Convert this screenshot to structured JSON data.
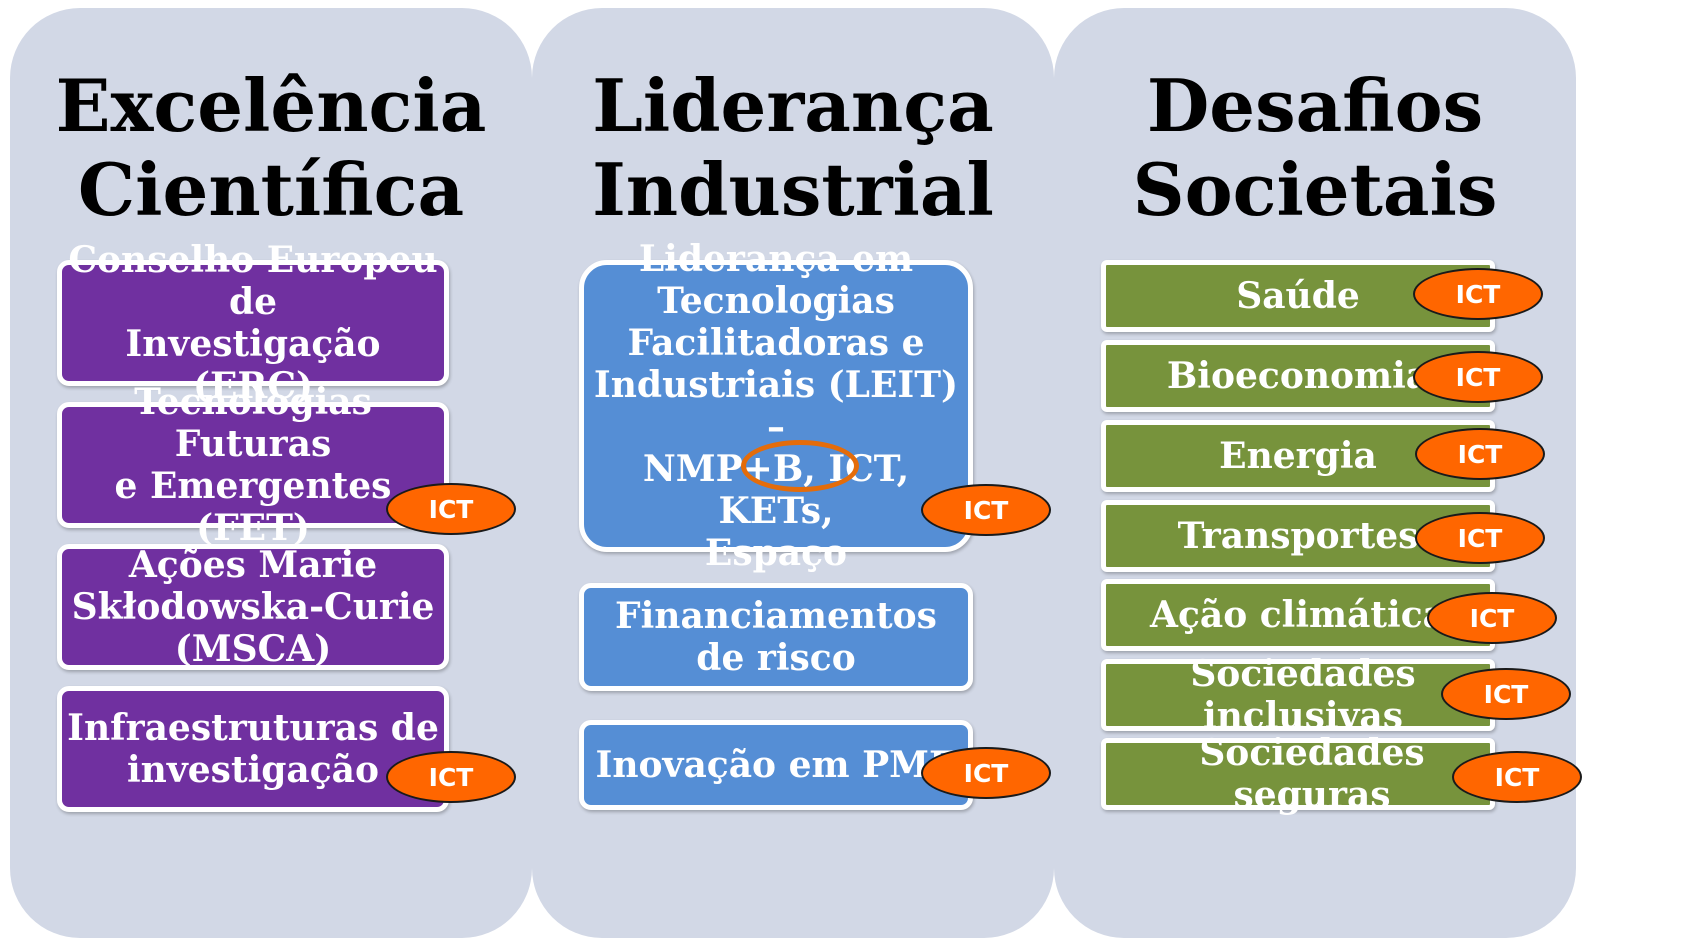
{
  "badge_label": "ICT",
  "colors": {
    "panel": "#d2d8e6",
    "purple": "#7030a0",
    "blue": "#558ed5",
    "green": "#77933c",
    "badge": "#ff6600"
  },
  "columns": [
    {
      "title": "Excelência\nCientífica",
      "items": [
        {
          "label": "Conselho Europeu de\nInvestigação (ERC)",
          "ict": false
        },
        {
          "label": "Tecnologias Futuras\ne Emergentes (FET)",
          "ict": true
        },
        {
          "label": "Ações Marie\nSkłodowska-Curie\n(MSCA)",
          "ict": false
        },
        {
          "label": "Infraestruturas de\ninvestigação",
          "ict": true
        }
      ]
    },
    {
      "title": "Liderança\nIndustrial",
      "items": [
        {
          "label": "Liderança em\nTecnologias\nFacilitadoras e\nIndustriais (LEIT) –\nNMP+B, ICT, KETs,\nEspaço",
          "ict": true
        },
        {
          "label": "Financiamentos\nde risco",
          "ict": false
        },
        {
          "label": "Inovação em PME",
          "ict": true
        }
      ]
    },
    {
      "title": "Desafios\nSocietais",
      "items": [
        {
          "label": "Saúde",
          "ict": true
        },
        {
          "label": "Bioeconomia",
          "ict": true
        },
        {
          "label": "Energia",
          "ict": true
        },
        {
          "label": "Transportes",
          "ict": true
        },
        {
          "label": "Ação climática",
          "ict": true
        },
        {
          "label": "Sociedades inclusivas",
          "ict": true
        },
        {
          "label": "Sociedades seguras",
          "ict": true
        }
      ]
    }
  ]
}
